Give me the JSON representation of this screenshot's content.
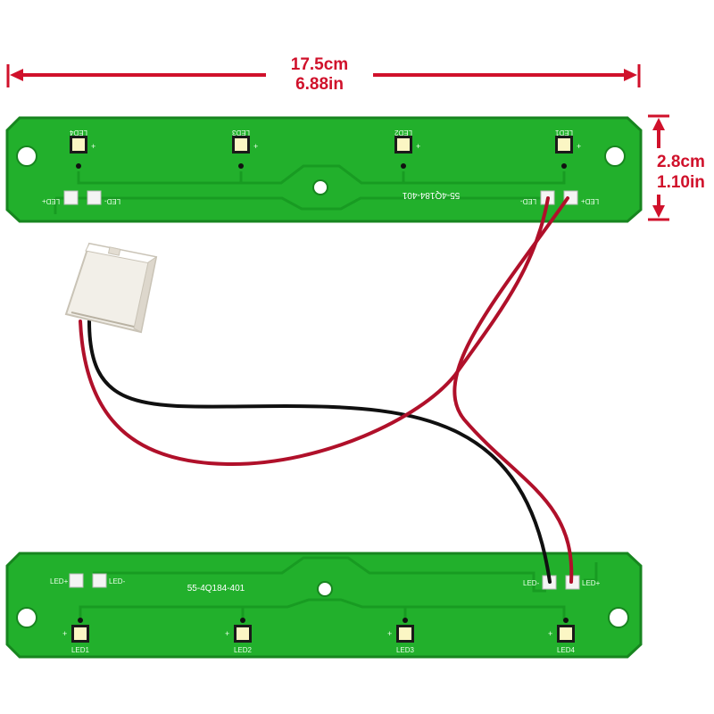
{
  "dimensions": {
    "width_cm": "17.5cm",
    "width_in": "6.88in",
    "height_cm": "2.8cm",
    "height_in": "1.10in"
  },
  "top_board": {
    "part_number": "55-4Q184-401",
    "led_labels": [
      "LED4",
      "LED3",
      "LED2",
      "LED1"
    ],
    "plus_sign": "+",
    "pad_left_plus": "LED+",
    "pad_left_minus": "LED-",
    "pad_right_minus": "LED-",
    "pad_right_plus": "LED+"
  },
  "bottom_board": {
    "part_number": "55-4Q184-401",
    "led_labels": [
      "LED1",
      "LED2",
      "LED3",
      "LED4"
    ],
    "plus_sign": "+",
    "pad_left_plus": "LED+",
    "pad_left_minus": "LED-",
    "pad_right_minus": "LED-",
    "pad_right_plus": "LED+"
  },
  "colors": {
    "dimension_red": "#d0112b",
    "pcb_green": "#22b02c",
    "pcb_edge": "#17851f",
    "wire_red": "#b0102a",
    "wire_black": "#101010",
    "connector": "#ece8e0"
  }
}
